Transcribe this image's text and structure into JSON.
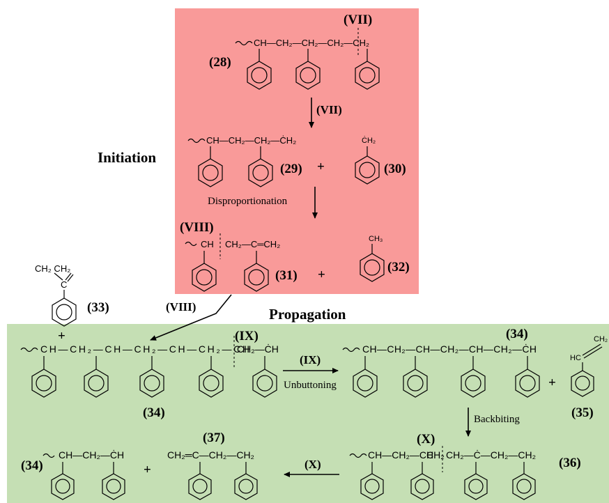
{
  "colors": {
    "initiation_panel": "#f99a99",
    "propagation_panel": "#c5dfb4",
    "initiation_text": "#e8141b",
    "propagation_text": "#548235"
  },
  "section_labels": {
    "initiation": "Initiation",
    "propagation": "Propagation"
  },
  "steps": {
    "vii": "(VII)",
    "vii_arrow": "(VII)",
    "disproportionation": "Disproportionation",
    "viii": "(VIII)",
    "viii_arrow": "(VIII)",
    "ix": "(IX)",
    "ix_arrow": "(IX)",
    "unbuttoning": "Unbuttoning",
    "backbiting": "Backbiting",
    "x": "(X)",
    "x_arrow": "(X)"
  },
  "compounds": {
    "c28": "(28)",
    "c29": "(29)",
    "c30": "(30)",
    "c31": "(31)",
    "c32": "(32)",
    "c33": "(33)",
    "c34a": "(34)",
    "c34b": "(34)",
    "c34c": "(34)",
    "c35": "(35)",
    "c36": "(36)",
    "c37": "(37)"
  },
  "plus": "+",
  "formulas": {
    "f28": "CH—CH₂—CH₂—CH₂—CH₂",
    "f29": "CH—CH₂—CH₂—ĊH₂",
    "f30": "ĊH₂",
    "f31a": "CH",
    "f31b": "CH₂—C═CH₂",
    "f32": "CH₃",
    "f33": "CH₂   CH₂",
    "f33c": "C",
    "fchain": "CH—CH₂—CH—CH₂—CH—CH₂—CH",
    "fchain2": "CH₂—ĊH",
    "f34r": "CH—CH₂—CH—CH₂—CH—CH₂—ĊH",
    "f35": "HC",
    "f35b": "CH₂",
    "f36a": "CH—CH₂—CH",
    "f36b": "CH₂",
    "f36c": "CH₂—Ċ—CH₂—CH₂",
    "f34s": "CH—CH₂—ĊH",
    "f37": "CH₂═C—CH₂—CH₂"
  }
}
